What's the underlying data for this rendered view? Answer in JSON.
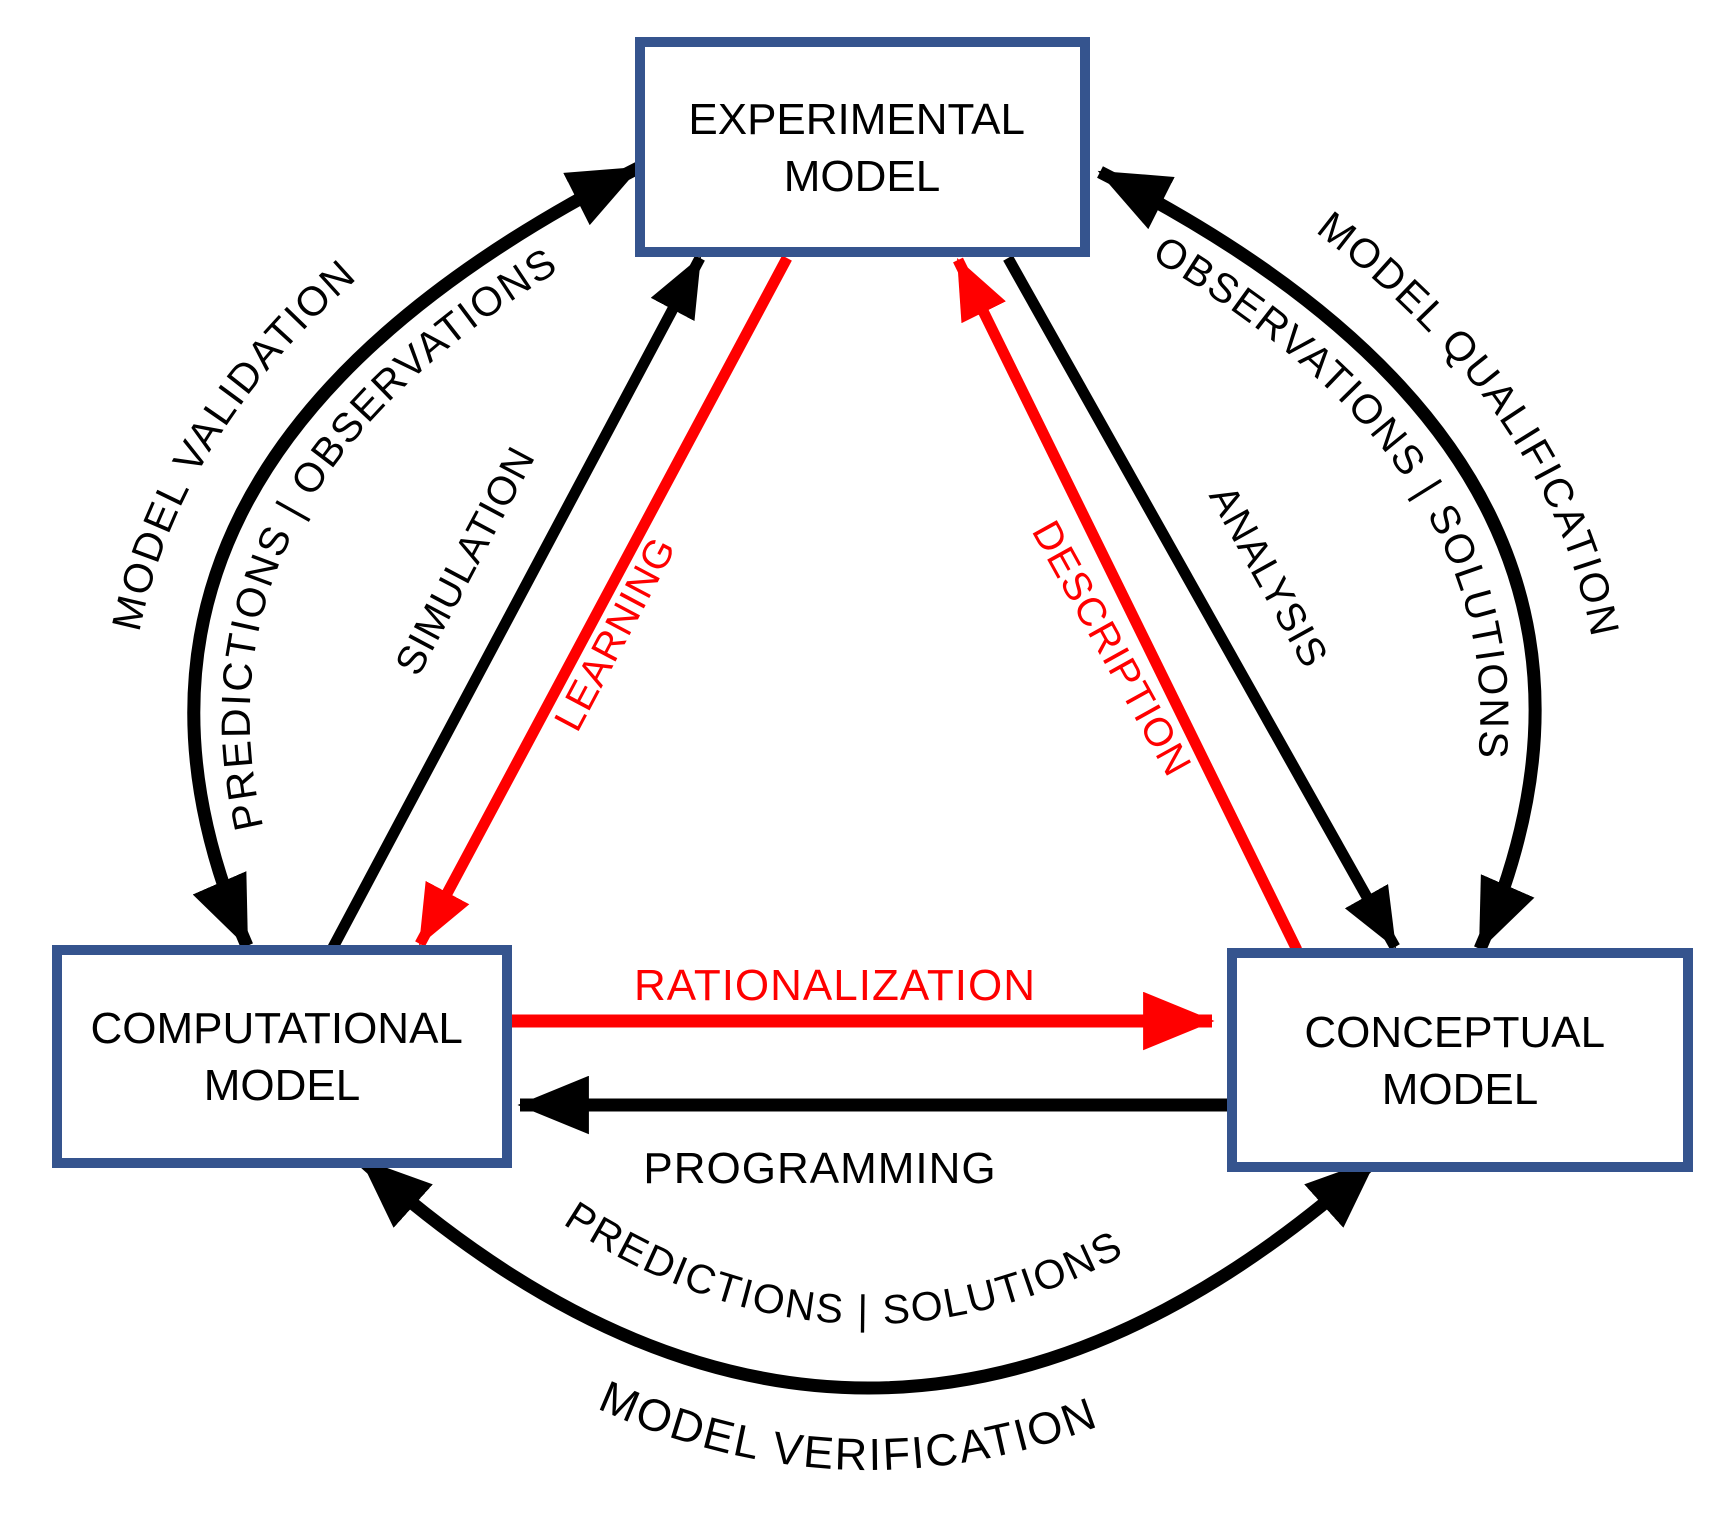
{
  "diagram": {
    "colors": {
      "box_border": "#35548E",
      "red": "#FF0000",
      "black": "#000000",
      "background": "#FFFFFF"
    },
    "nodes": {
      "experimental": {
        "line1": "EXPERIMENTAL",
        "line2": "MODEL"
      },
      "computational": {
        "line1": "COMPUTATIONAL",
        "line2": "MODEL"
      },
      "conceptual": {
        "line1": "CONCEPTUAL",
        "line2": "MODEL"
      }
    },
    "edges": {
      "simulation": {
        "label": "SIMULATION",
        "color": "black",
        "from": "computational",
        "to": "experimental",
        "arrowheads": "end"
      },
      "learning": {
        "label": "LEARNING",
        "color": "red",
        "from": "experimental",
        "to": "computational",
        "arrowheads": "end"
      },
      "description": {
        "label": "DESCRIPTION",
        "color": "red",
        "from": "conceptual",
        "to": "experimental",
        "arrowheads": "end"
      },
      "analysis": {
        "label": "ANALYSIS",
        "color": "black",
        "from": "experimental",
        "to": "conceptual",
        "arrowheads": "end"
      },
      "rationalization": {
        "label": "RATIONALIZATION",
        "color": "red",
        "from": "computational",
        "to": "conceptual",
        "arrowheads": "end"
      },
      "programming": {
        "label": "PROGRAMMING",
        "color": "black",
        "from": "conceptual",
        "to": "computational",
        "arrowheads": "end"
      },
      "validation_arc": {
        "outer_label": "MODEL VALIDATION",
        "inner_label": "PREDICTIONS | OBSERVATIONS",
        "color": "black",
        "between": "computational-experimental",
        "arrowheads": "both"
      },
      "qualification_arc": {
        "outer_label": "MODEL QUALIFICATION",
        "inner_label": "OBSERVATIONS | SOLUTIONS",
        "color": "black",
        "between": "experimental-conceptual",
        "arrowheads": "both"
      },
      "verification_arc": {
        "outer_label": "MODEL VERIFICATION",
        "inner_label": "PREDICTIONS | SOLUTIONS",
        "color": "black",
        "between": "computational-conceptual",
        "arrowheads": "both"
      }
    }
  }
}
